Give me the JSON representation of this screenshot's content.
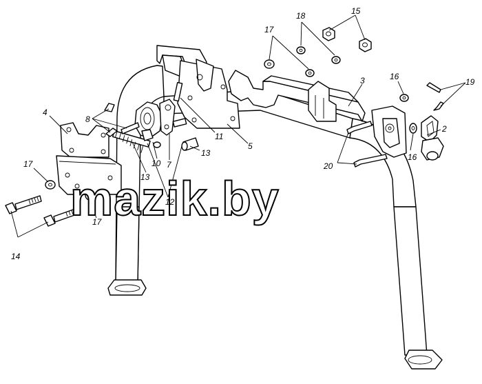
{
  "watermark": "mazik.by",
  "callouts": [
    {
      "id": "c2",
      "label": "2"
    },
    {
      "id": "c3",
      "label": "3"
    },
    {
      "id": "c4",
      "label": "4"
    },
    {
      "id": "c5",
      "label": "5"
    },
    {
      "id": "c7",
      "label": "7"
    },
    {
      "id": "c8",
      "label": "8"
    },
    {
      "id": "c10",
      "label": "10"
    },
    {
      "id": "c11",
      "label": "11"
    },
    {
      "id": "c12",
      "label": "12"
    },
    {
      "id": "c13a",
      "label": "13"
    },
    {
      "id": "c13b",
      "label": "13"
    },
    {
      "id": "c14",
      "label": "14"
    },
    {
      "id": "c15",
      "label": "15"
    },
    {
      "id": "c16a",
      "label": "16"
    },
    {
      "id": "c16b",
      "label": "16"
    },
    {
      "id": "c17a",
      "label": "17"
    },
    {
      "id": "c17b",
      "label": "17"
    },
    {
      "id": "c17c",
      "label": "17"
    },
    {
      "id": "c18",
      "label": "18"
    },
    {
      "id": "c19",
      "label": "19"
    },
    {
      "id": "c20",
      "label": "20"
    }
  ]
}
